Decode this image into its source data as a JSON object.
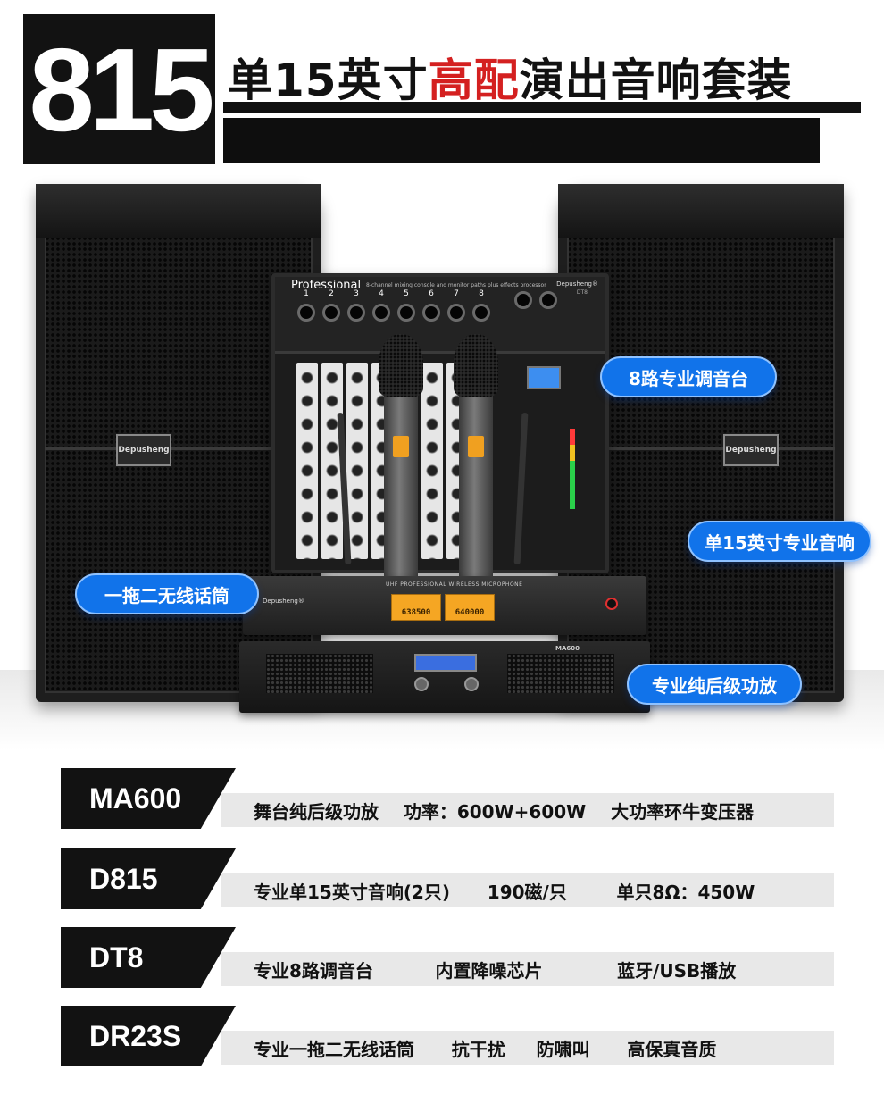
{
  "header": {
    "badge": "815",
    "title_part1": "单15英寸",
    "title_highlight": "高配",
    "title_part2": "演出音响套装",
    "accent_color": "#d42020"
  },
  "scene": {
    "speaker_logo": "Depusheng",
    "mixer": {
      "title": "Professional",
      "subtitle": "8-channel mixing console and monitor paths plus effects processor",
      "brand": "Depusheng®",
      "model": "DT8",
      "channels": [
        "1",
        "2",
        "3",
        "4",
        "5",
        "6",
        "7",
        "8"
      ]
    },
    "receiver": {
      "brand": "Depusheng®",
      "header": "UHF PROFESSIONAL WIRELESS MICROPHONE",
      "freq_a": "638500",
      "freq_b": "640000"
    },
    "amplifier": {
      "model": "MA600"
    }
  },
  "callouts": {
    "mixer": "8路专业调音台",
    "speaker": "单15英寸专业音响",
    "mic": "一拖二无线话筒",
    "amp": "专业纯后级功放",
    "color": "#1173ea"
  },
  "specs": [
    {
      "model": "MA600",
      "desc": "舞台纯后级功放    功率：600W+600W    大功率环牛变压器"
    },
    {
      "model": "D815",
      "desc": "专业单15英寸音响(2只)      190磁/只        单只8Ω：450W"
    },
    {
      "model": "DT8",
      "desc": "专业8路调音台          内置降噪芯片            蓝牙/USB播放"
    },
    {
      "model": "DR23S",
      "desc": "专业一拖二无线话筒      抗干扰     防啸叫      高保真音质"
    }
  ]
}
